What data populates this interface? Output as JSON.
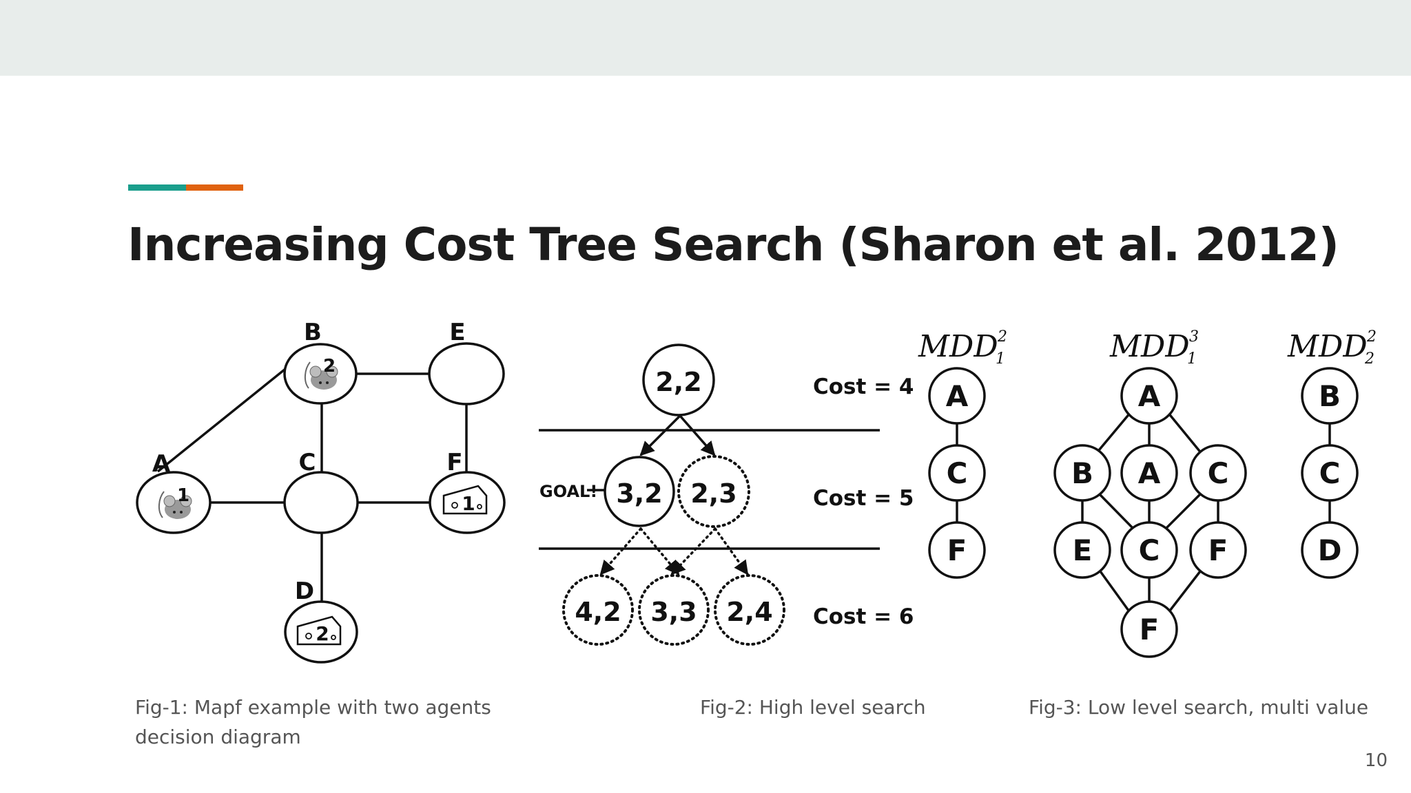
{
  "slide": {
    "title": "Increasing Cost Tree Search (Sharon et al. 2012)",
    "page_number": "10",
    "accent_colors": [
      "#1a9e8c",
      "#e0620f"
    ]
  },
  "captions": {
    "fig1": "Fig-1: Mapf example with two agents decision diagram",
    "fig2": "Fig-2: High level search",
    "fig3": "Fig-3: Low level search, multi value"
  },
  "fig1": {
    "nodes": [
      {
        "label": "A",
        "content": "1",
        "icon": "mouse-icon"
      },
      {
        "label": "B",
        "content": "2",
        "icon": "mouse-icon"
      },
      {
        "label": "C",
        "content": "",
        "icon": ""
      },
      {
        "label": "D",
        "content": "2",
        "icon": "cheese-icon"
      },
      {
        "label": "E",
        "content": "",
        "icon": ""
      },
      {
        "label": "F",
        "content": "1",
        "icon": "cheese-icon"
      }
    ]
  },
  "fig2": {
    "goal_label": "GOAL!",
    "levels": [
      {
        "cost": "Cost = 4",
        "nodes": [
          "2,2"
        ]
      },
      {
        "cost": "Cost = 5",
        "nodes": [
          "3,2",
          "2,3"
        ]
      },
      {
        "cost": "Cost = 6",
        "nodes": [
          "4,2",
          "3,3",
          "2,4"
        ]
      }
    ]
  },
  "fig3": {
    "mdds": [
      {
        "name": "MDD",
        "sub": "1",
        "sup": "2",
        "nodes": [
          "A",
          "C",
          "F"
        ]
      },
      {
        "name": "MDD",
        "sub": "1",
        "sup": "3",
        "nodes": [
          "A",
          "B",
          "A",
          "C",
          "E",
          "C",
          "F",
          "F"
        ]
      },
      {
        "name": "MDD",
        "sub": "2",
        "sup": "2",
        "nodes": [
          "B",
          "C",
          "D"
        ]
      }
    ]
  }
}
